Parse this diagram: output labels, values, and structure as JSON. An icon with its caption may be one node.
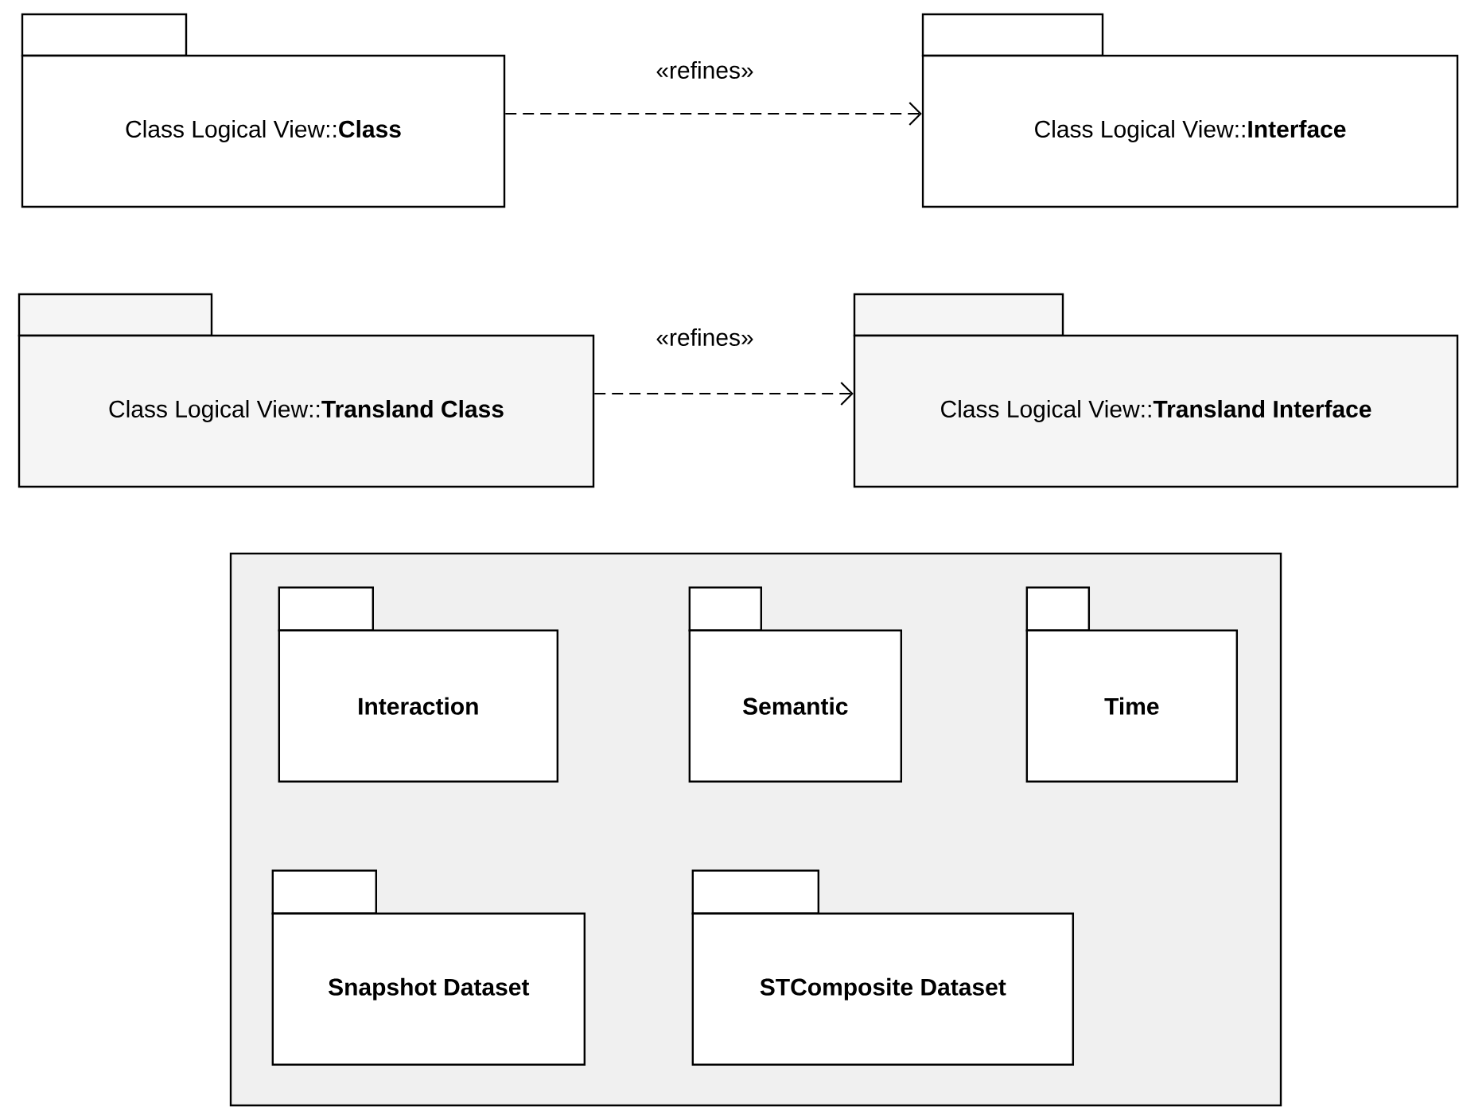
{
  "diagram": {
    "nodes": [
      {
        "text": [
          "Class Logical View::**Class**"
        ]
      },
      {
        "text": [
          "Class Logical View::**Interface**"
        ]
      },
      {
        "text": [
          "Class Logical View::**Transland Class**"
        ]
      },
      {
        "text": [
          "Class Logical View::**Transland Interface**"
        ]
      },
      {
        "text": [],
        "shape": "box"
      },
      {
        "text": [
          "Interaction"
        ],
        "in": 4
      },
      {
        "text": [
          "Semantic"
        ],
        "in": 4
      },
      {
        "text": [
          "Time"
        ],
        "in": 4
      },
      {
        "text": [
          "Snapshot Dataset"
        ],
        "in": 4
      },
      {
        "text": [
          "STComposite Dataset"
        ],
        "in": 4
      }
    ],
    "edges": [
      {
        "from": 0,
        "to": 1,
        "arrow": "to",
        "style": "dashed",
        "label": "«refines»"
      },
      {
        "from": 2,
        "to": 3,
        "arrow": "to",
        "style": "dashed",
        "label": "«refines»"
      }
    ]
  }
}
